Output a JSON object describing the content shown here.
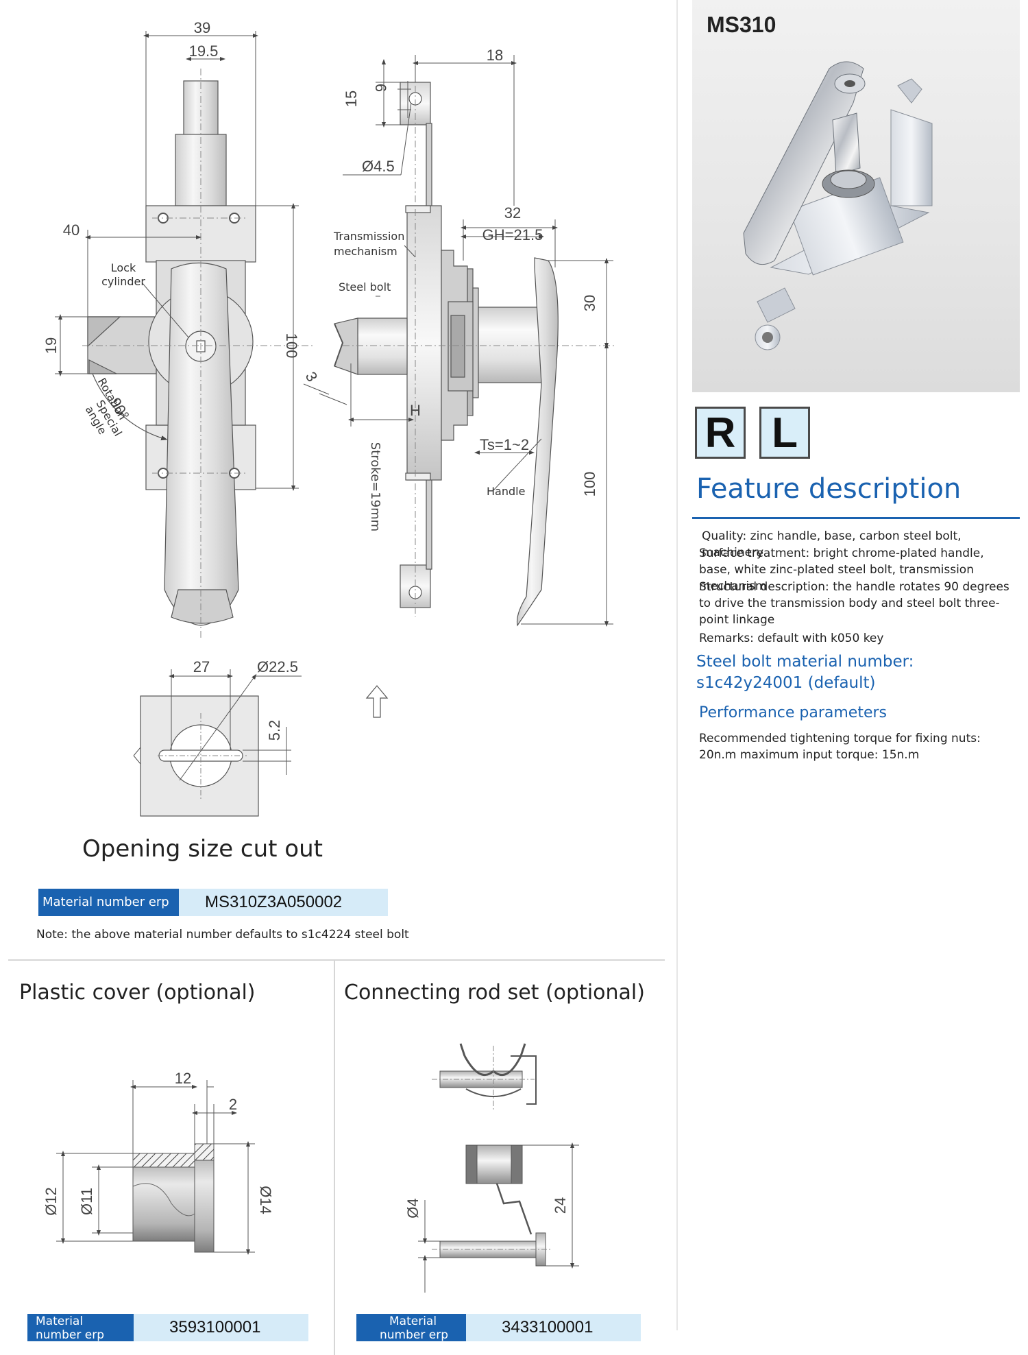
{
  "product": {
    "code": "MS310",
    "variants": [
      "R",
      "L"
    ]
  },
  "main_drawing": {
    "dims": {
      "top_width": "39",
      "top_half": "19.5",
      "bracket_width": "18",
      "d15": "15",
      "d6": "6",
      "hole": "Ø4.5",
      "d40": "40",
      "d19": "19",
      "d100_left": "100",
      "d3": "3",
      "d32": "32",
      "gh": "GH=21.5",
      "d30": "30",
      "d100_right": "100",
      "h": "H",
      "ts": "Ts=1~2",
      "stroke": "Stroke=19mm",
      "rotation_deg": "90°",
      "rotation_l1": "Special",
      "rotation_l2": "Rotation",
      "rotation_l3": "angle"
    },
    "labels": {
      "lock_cylinder_1": "Lock",
      "lock_cylinder_2": "cylinder",
      "transmission_1": "Transmission",
      "transmission_2": "mechanism",
      "steel_bolt": "Steel bolt",
      "handle": "Handle"
    }
  },
  "cutout": {
    "d27": "27",
    "diameter": "Ø22.5",
    "d52": "5.2",
    "title": "Opening size cut out"
  },
  "main_erp": {
    "label": "Material number erp",
    "value": "MS310Z3A050002",
    "note": "Note: the above material number defaults to s1c4224 steel bolt"
  },
  "features": {
    "title": "Feature description",
    "lines": [
      "Quality: zinc handle, base, carbon steel bolt, machinery",
      "Surface treatment: bright chrome-plated handle, base, white zinc-plated steel bolt, transmission mechanism",
      "Structural description: the handle rotates 90 degrees to drive the transmission body and steel bolt three-point linkage",
      "Remarks: default with k050 key"
    ],
    "steel_bolt": "Steel bolt material number: s1c42y24001 (default)",
    "performance_title": "Performance parameters",
    "performance_text": "Recommended tightening torque for fixing nuts: 20n.m maximum input torque: 15n.m"
  },
  "plastic_cover": {
    "title": "Plastic cover (optional)",
    "dims": {
      "d12_top": "12",
      "d2": "2",
      "d12_left": "Ø12",
      "d11": "Ø11",
      "d14": "Ø14"
    },
    "erp_label_1": "Material",
    "erp_label_2": "number erp",
    "erp_value": "3593100001"
  },
  "rod_set": {
    "title": "Connecting rod set (optional)",
    "dims": {
      "d4": "Ø4",
      "d24": "24"
    },
    "erp_label_1": "Material",
    "erp_label_2": "number erp",
    "erp_value": "3433100001"
  },
  "colors": {
    "accent_blue": "#1a62b0",
    "light_blue": "#d6ebf8"
  }
}
